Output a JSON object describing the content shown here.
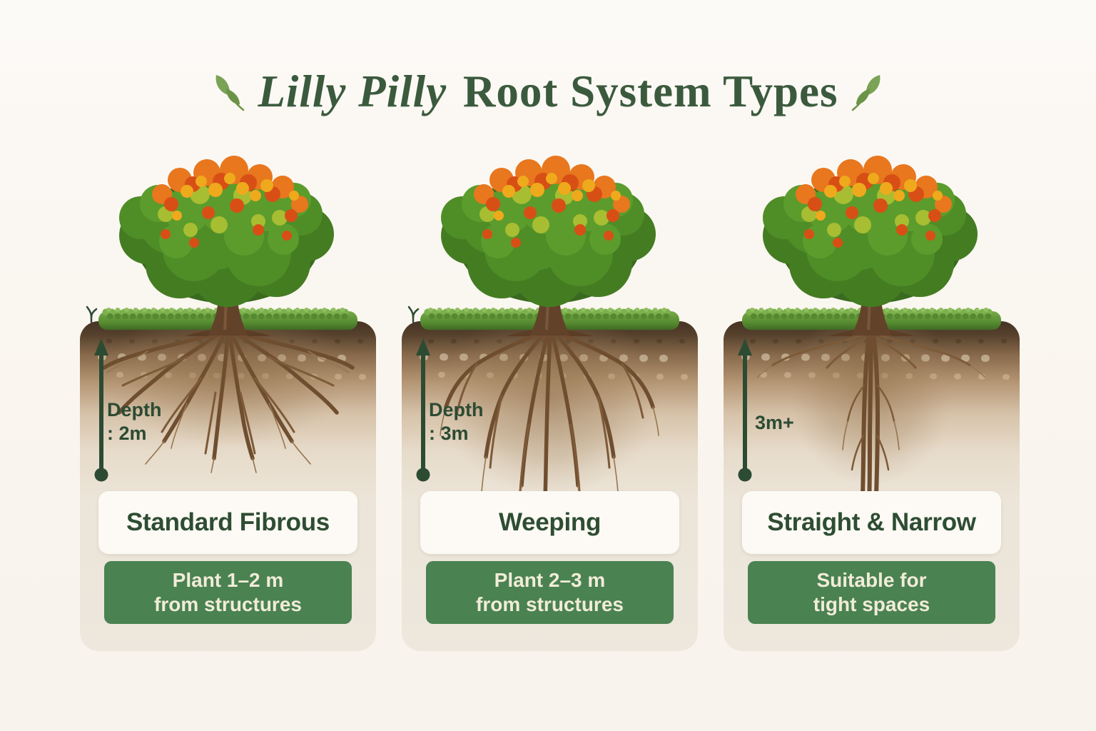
{
  "title": {
    "italic_part": "Lilly Pilly",
    "regular_part": " Root System Types"
  },
  "colors": {
    "page_background": "#faf6f0",
    "card_background": "#ece5da",
    "badge_green": "#4a8252",
    "badge_text_cream": "#f1ecd8",
    "heading_green": "#2e4d33",
    "depth_marker_green": "#2c4b33",
    "title_green": "#3b5a3d",
    "grass_green": "#5f9338",
    "soil_brown": "#533f2b",
    "root_brown": "#6f4e30",
    "canopy_green": "#4f8d27",
    "canopy_orange": "#e8771e"
  },
  "panels": [
    {
      "name": "Standard Fibrous",
      "depth_line1": "Depth",
      "depth_line2": ": 2m",
      "badge_line1": "Plant 1–2 m",
      "badge_line2": "from structures",
      "root_style": "standard-fibrous"
    },
    {
      "name": "Weeping",
      "depth_line1": "Depth",
      "depth_line2": ": 3m",
      "badge_line1": "Plant 2–3 m",
      "badge_line2": "from structures",
      "root_style": "weeping"
    },
    {
      "name": "Straight & Narrow",
      "depth_line1": "3m+",
      "depth_line2": "",
      "badge_line1": "Suitable for",
      "badge_line2": "tight spaces",
      "root_style": "straight-and-narrow"
    }
  ]
}
